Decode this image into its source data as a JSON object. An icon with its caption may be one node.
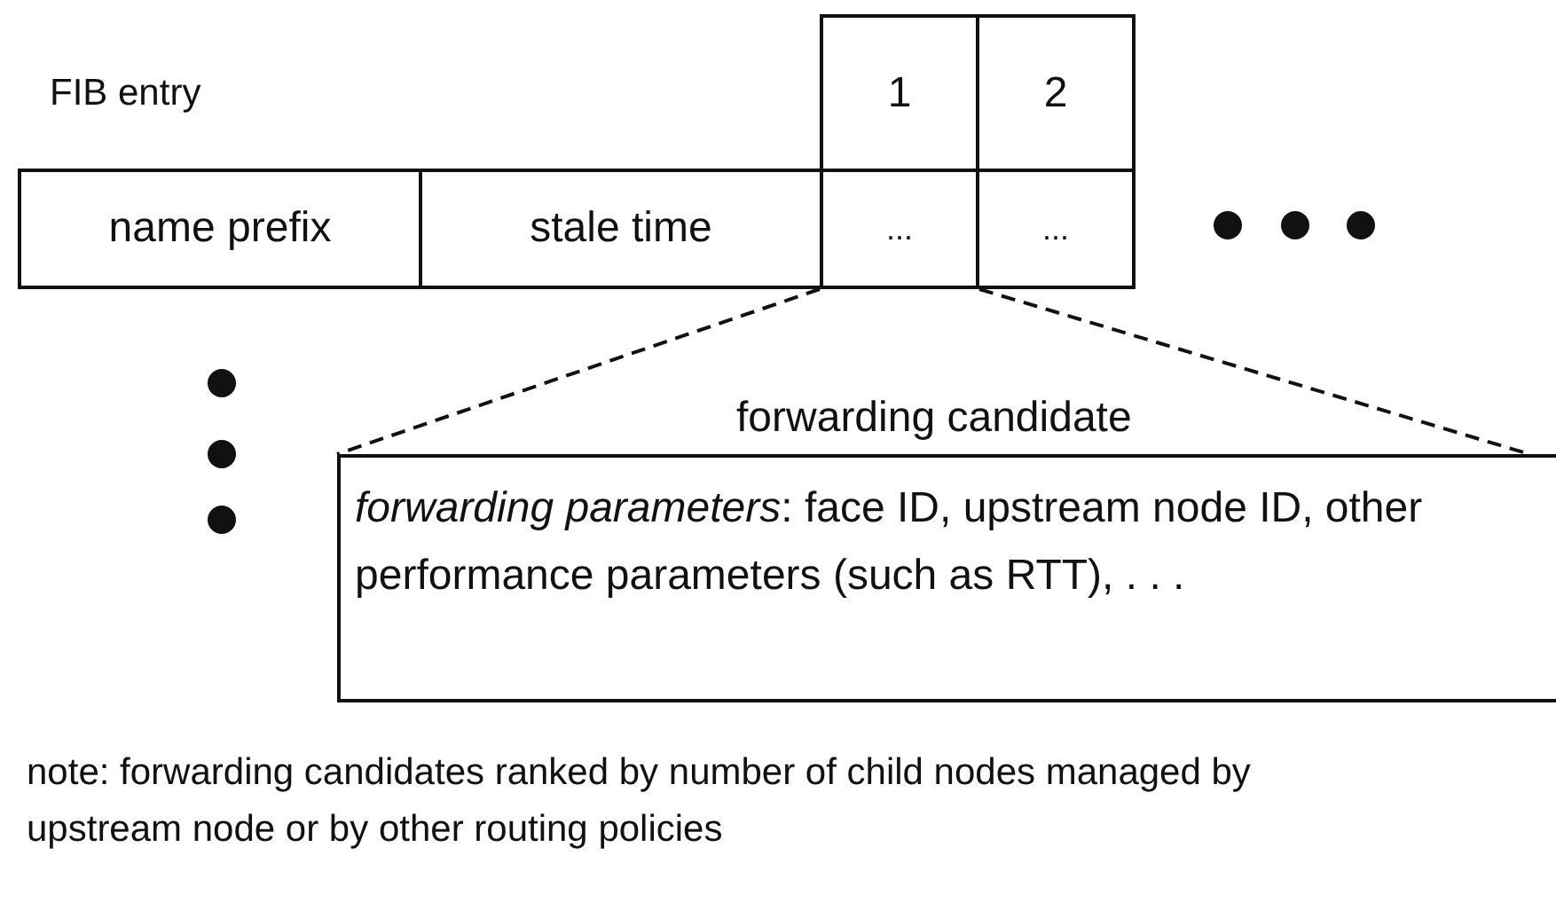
{
  "diagram": {
    "nodes": [
      {
        "text": [
          "name prefix"
        ]
      },
      {
        "text": [
          "stale time"
        ]
      },
      {
        "text": [
          "1"
        ]
      },
      {
        "text": [
          "2"
        ]
      },
      {
        "text": [
          "..."
        ]
      },
      {
        "text": [
          "..."
        ]
      },
      {
        "text": [
          "forwarding candidate",
          "*forwarding parameters*: face ID, upstream node ID, other performance parameters (such as RTT), . . ."
        ]
      }
    ],
    "edges": [
      {
        "from": 4,
        "to": 6,
        "arrow": "none",
        "style": "dashed"
      },
      {
        "from": 4,
        "to": 6,
        "arrow": "none",
        "style": "dashed"
      }
    ],
    "labels": [
      "FIB entry",
      "note: forwarding candidates ranked by number of child nodes managed by upstream node or by other routing policies"
    ]
  }
}
